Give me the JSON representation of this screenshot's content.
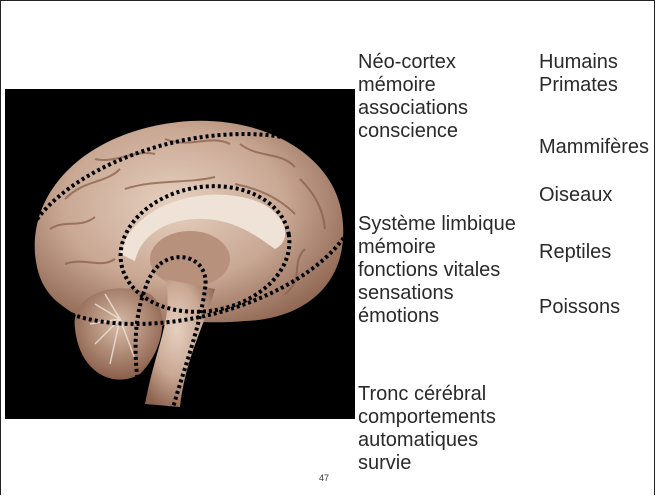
{
  "slide": {
    "page_number": "47",
    "neocortex": {
      "title": "Néo-cortex",
      "lines": [
        "mémoire",
        "associations",
        "conscience"
      ]
    },
    "limbic": {
      "title": "Système limbique",
      "lines": [
        "mémoire",
        "fonctions vitales",
        "sensations",
        "émotions"
      ]
    },
    "brainstem": {
      "title": "Tronc cérébral",
      "lines": [
        "comportements",
        "automatiques",
        "survie"
      ]
    },
    "species": [
      "Humains",
      "Primates",
      "Mammifères",
      "Oiseaux",
      "Reptiles",
      "Poissons"
    ]
  },
  "colors": {
    "background": "#ffffff",
    "image_background": "#000000",
    "brain_tissue": "#c9a894",
    "text": "#2a2a2a",
    "outline": "#000000"
  },
  "image": {
    "subject": "brain-sagittal-section-icon"
  }
}
